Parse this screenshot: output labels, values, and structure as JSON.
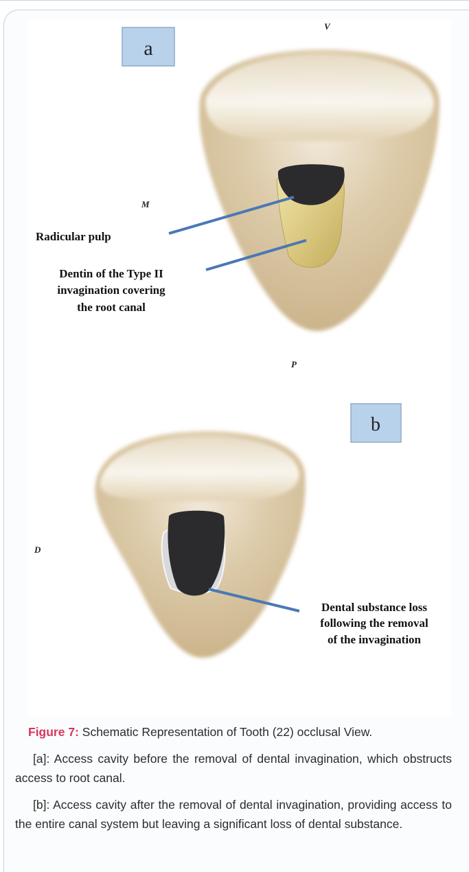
{
  "figure": {
    "panel_a_label": "a",
    "panel_b_label": "b",
    "orientation": {
      "vestibular": "V",
      "mesial": "M",
      "palatal": "P",
      "distal": "D"
    },
    "annotations": {
      "radicular_pulp": "Radicular pulp",
      "dentin_line1": "Dentin of the Type II",
      "dentin_line2": "invagination covering",
      "dentin_line3": "the root canal",
      "loss_line1": "Dental substance loss",
      "loss_line2": "following the removal",
      "loss_line3": "of the invagination"
    },
    "colors": {
      "enamel_light": "#f2ece0",
      "tooth_body": "#d8c6a2",
      "pulp": "#2b2b2e",
      "invagination_dentin": "#ddce86",
      "substance_loss": "#d9d9dc",
      "leader_line": "#4a78b6",
      "label_box": "#b9d2ec",
      "caption_label": "#d8365e"
    }
  },
  "caption": {
    "label": "Figure 7:",
    "text": " Schematic Representation of Tooth (22) occlusal View."
  },
  "paragraphs": {
    "a": "[a]: Access cavity before the removal of dental invagination, which obstructs access to root canal.",
    "b": "[b]: Access cavity after the removal of dental invagination, providing access to the entire canal system but leaving a significant loss of dental substance."
  }
}
